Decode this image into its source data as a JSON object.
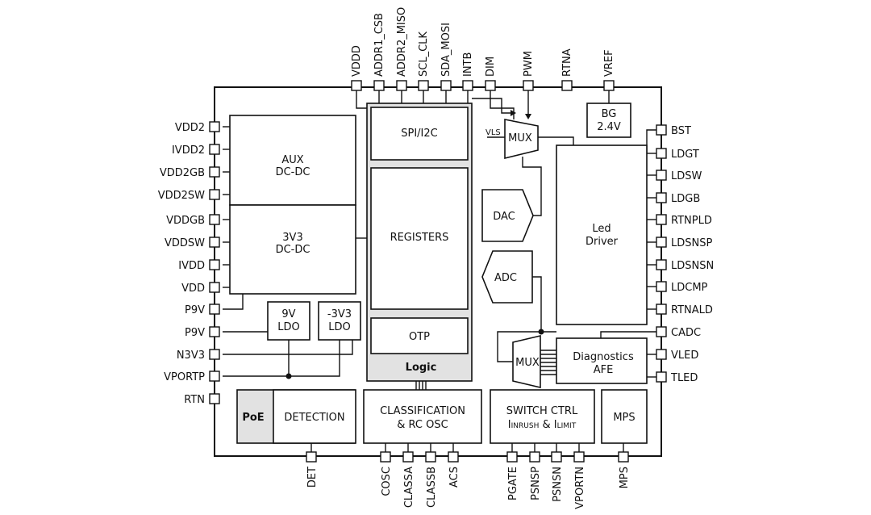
{
  "pins": {
    "top": [
      "VDDD",
      "ADDR1_CSB",
      "ADDR2_MISO",
      "SCL_CLK",
      "SDA_MOSI",
      "INTB",
      "DIM",
      "PWM",
      "RTNA",
      "VREF"
    ],
    "left": [
      "VDD2",
      "IVDD2",
      "VDD2GB",
      "VDD2SW",
      "VDDGB",
      "VDDSW",
      "IVDD",
      "VDD",
      "P9V",
      "P9V",
      "N3V3",
      "VPORTP",
      "RTN"
    ],
    "right": [
      "BST",
      "LDGT",
      "LDSW",
      "LDGB",
      "RTNPLD",
      "LDSNSP",
      "LDSNSN",
      "LDCMP",
      "RTNALD",
      "CADC",
      "VLED",
      "TLED"
    ],
    "bottom": [
      "DET",
      "COSC",
      "CLASSA",
      "CLASSB",
      "ACS",
      "PGATE",
      "PSNSP",
      "PSNSN",
      "VPORTN",
      "MPS"
    ]
  },
  "blocks": {
    "aux_dcdc": [
      "AUX",
      "DC-DC"
    ],
    "dcdc_3v3": [
      "3V3",
      "DC-DC"
    ],
    "ldo_9v": [
      "9V",
      "LDO"
    ],
    "ldo_n3v3": [
      "-3V3",
      "LDO"
    ],
    "spi_i2c": "SPI/I2C",
    "registers": "REGISTERS",
    "otp": "OTP",
    "logic": "Logic",
    "dac": "DAC",
    "adc": "ADC",
    "mux_top": "MUX",
    "mux_bottom": "MUX",
    "vls": "VLS",
    "bg": [
      "BG",
      "2.4V"
    ],
    "led_driver": [
      "Led",
      "Driver"
    ],
    "diagnostics": [
      "Diagnostics",
      "AFE"
    ],
    "poe": "PoE",
    "detection": "DETECTION",
    "classification": [
      "CLASSIFICATION",
      "& RC OSC"
    ],
    "switch_ctrl": {
      "line1": "SWITCH CTRL",
      "i1": "I",
      "sub1": "INRUSH",
      "amp": " & ",
      "i2": "I",
      "sub2": "LIMIT"
    },
    "mps": "MPS"
  }
}
